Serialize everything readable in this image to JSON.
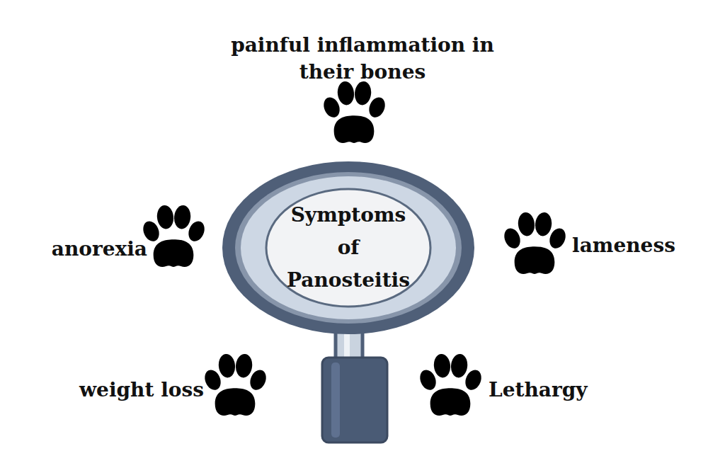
{
  "diagram": {
    "nodes": [
      {
        "text": [
          "Symptoms of Panosteitis"
        ]
      }
    ],
    "labels": [
      "painful inflammation in their bones",
      "anorexia",
      "lameness",
      "weight loss",
      "Lethargy"
    ]
  }
}
